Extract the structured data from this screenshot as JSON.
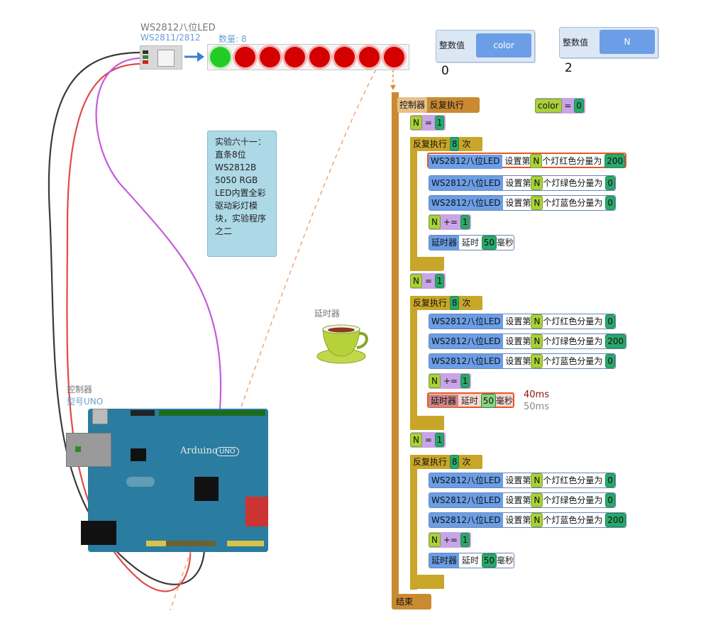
{
  "strip": {
    "title": "WS2812八位LED",
    "subtitle": "WS2811/2812",
    "count_label": "数量: 8",
    "led_colors": [
      "green",
      "red",
      "red",
      "red",
      "red",
      "red",
      "red",
      "red"
    ]
  },
  "variables": [
    {
      "type": "整数值",
      "name": "color",
      "value": "0"
    },
    {
      "type": "整数值",
      "name": "N",
      "value": "2"
    }
  ],
  "note": {
    "text": "实验六十一： 直条8位WS2812B 5050 RGB LED内置全彩驱动彩灯模块，实验程序之二"
  },
  "timer": {
    "label": "延时器"
  },
  "controller": {
    "label": "控制器",
    "model": "型号UNO",
    "brand": "Arduino",
    "model_badge": "UNO"
  },
  "program": {
    "head_tag": "控制器",
    "head_label": "反复执行",
    "end_label": "结束",
    "color_assign": {
      "var": "color",
      "op": "=",
      "value": "0"
    },
    "loops": [
      {
        "init": {
          "var": "N",
          "op": "=",
          "value": "1"
        },
        "repeat_label": "反复执行",
        "times": "8",
        "times_suffix": "次",
        "sets": [
          {
            "device": "WS2812八位LED",
            "pre": "设置第",
            "var": "N",
            "post": "个灯红色分量为",
            "value": "200"
          },
          {
            "device": "WS2812八位LED",
            "pre": "设置第",
            "var": "N",
            "post": "个灯绿色分量为",
            "value": "0"
          },
          {
            "device": "WS2812八位LED",
            "pre": "设置第",
            "var": "N",
            "post": "个灯蓝色分量为",
            "value": "0"
          }
        ],
        "inc": {
          "var": "N",
          "op": "+=",
          "value": "1"
        },
        "delay": {
          "device": "延时器",
          "label": "延时",
          "value": "50",
          "unit": "毫秒"
        }
      },
      {
        "init": {
          "var": "N",
          "op": "=",
          "value": "1"
        },
        "repeat_label": "反复执行",
        "times": "8",
        "times_suffix": "次",
        "sets": [
          {
            "device": "WS2812八位LED",
            "pre": "设置第",
            "var": "N",
            "post": "个灯红色分量为",
            "value": "0"
          },
          {
            "device": "WS2812八位LED",
            "pre": "设置第",
            "var": "N",
            "post": "个灯绿色分量为",
            "value": "200"
          },
          {
            "device": "WS2812八位LED",
            "pre": "设置第",
            "var": "N",
            "post": "个灯蓝色分量为",
            "value": "0"
          }
        ],
        "inc": {
          "var": "N",
          "op": "+=",
          "value": "1"
        },
        "delay": {
          "device": "延时器",
          "label": "延时",
          "value": "50",
          "unit": "毫秒",
          "runtime_now": "40ms",
          "runtime_total": "50ms"
        }
      },
      {
        "init": {
          "var": "N",
          "op": "=",
          "value": "1"
        },
        "repeat_label": "反复执行",
        "times": "8",
        "times_suffix": "次",
        "sets": [
          {
            "device": "WS2812八位LED",
            "pre": "设置第",
            "var": "N",
            "post": "个灯红色分量为",
            "value": "0"
          },
          {
            "device": "WS2812八位LED",
            "pre": "设置第",
            "var": "N",
            "post": "个灯绿色分量为",
            "value": "0"
          },
          {
            "device": "WS2812八位LED",
            "pre": "设置第",
            "var": "N",
            "post": "个灯蓝色分量为",
            "value": "200"
          }
        ],
        "inc": {
          "var": "N",
          "op": "+=",
          "value": "1"
        },
        "delay": {
          "device": "延时器",
          "label": "延时",
          "value": "50",
          "unit": "毫秒"
        }
      }
    ]
  }
}
